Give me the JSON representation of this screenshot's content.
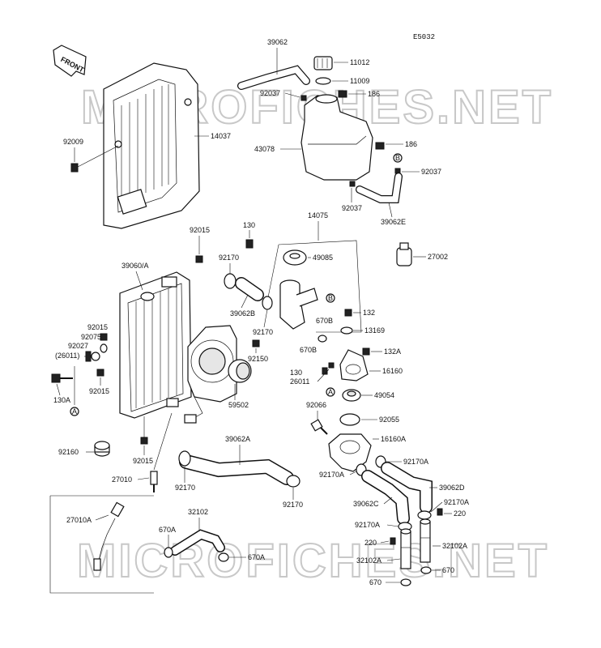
{
  "diagram": {
    "page_code": "E5032",
    "front_label": "FRONT",
    "watermark": "MICROFICHES.NET",
    "callouts": {
      "c39062": "39062",
      "c11012": "11012",
      "c11009": "11009",
      "c92037a": "92037",
      "c186a": "186",
      "c14037": "14037",
      "c92009": "92009",
      "c43078": "43078",
      "c186b": "186",
      "cB1": "B",
      "c92037b": "92037",
      "c92037c": "92037",
      "c39062E": "39062E",
      "c14075": "14075",
      "c92015a": "92015",
      "c130a": "130",
      "c27002": "27002",
      "c92170a": "92170",
      "c49085": "49085",
      "c39060A": "39060/A",
      "c39062B": "39062B",
      "cB2": "B",
      "c92170b": "92170",
      "c132": "132",
      "c670B1": "670B",
      "c13169": "13169",
      "c670B2": "670B",
      "c92015b": "92015",
      "c92075": "92075",
      "c92027": "92027",
      "c26011a": "(26011)",
      "c92150": "92150",
      "c132A": "132A",
      "c130b": "130",
      "c16160": "16160",
      "c26011b": "26011",
      "cA1": "A",
      "c92015c": "92015",
      "c130A": "130A",
      "cA2": "A",
      "c49054": "49054",
      "c59502": "59502",
      "c92066": "92066",
      "c92055": "92055",
      "c16160A": "16160A",
      "c39062A": "39062A",
      "c92160": "92160",
      "c92015d": "92015",
      "c92170A1": "92170A",
      "c92170A2": "92170A",
      "c39062D": "39062D",
      "c27010": "27010",
      "c92170c": "92170",
      "c92170d": "92170",
      "c39062C": "39062C",
      "c92170A3": "92170A",
      "c220a": "220",
      "c27010A": "27010A",
      "c32102": "32102",
      "c92170A4": "92170A",
      "c670A1": "670A",
      "c220b": "220",
      "c32102A1": "32102A",
      "c670A2": "670A",
      "c32102A2": "32102A",
      "c670a": "670",
      "c670b": "670"
    }
  }
}
